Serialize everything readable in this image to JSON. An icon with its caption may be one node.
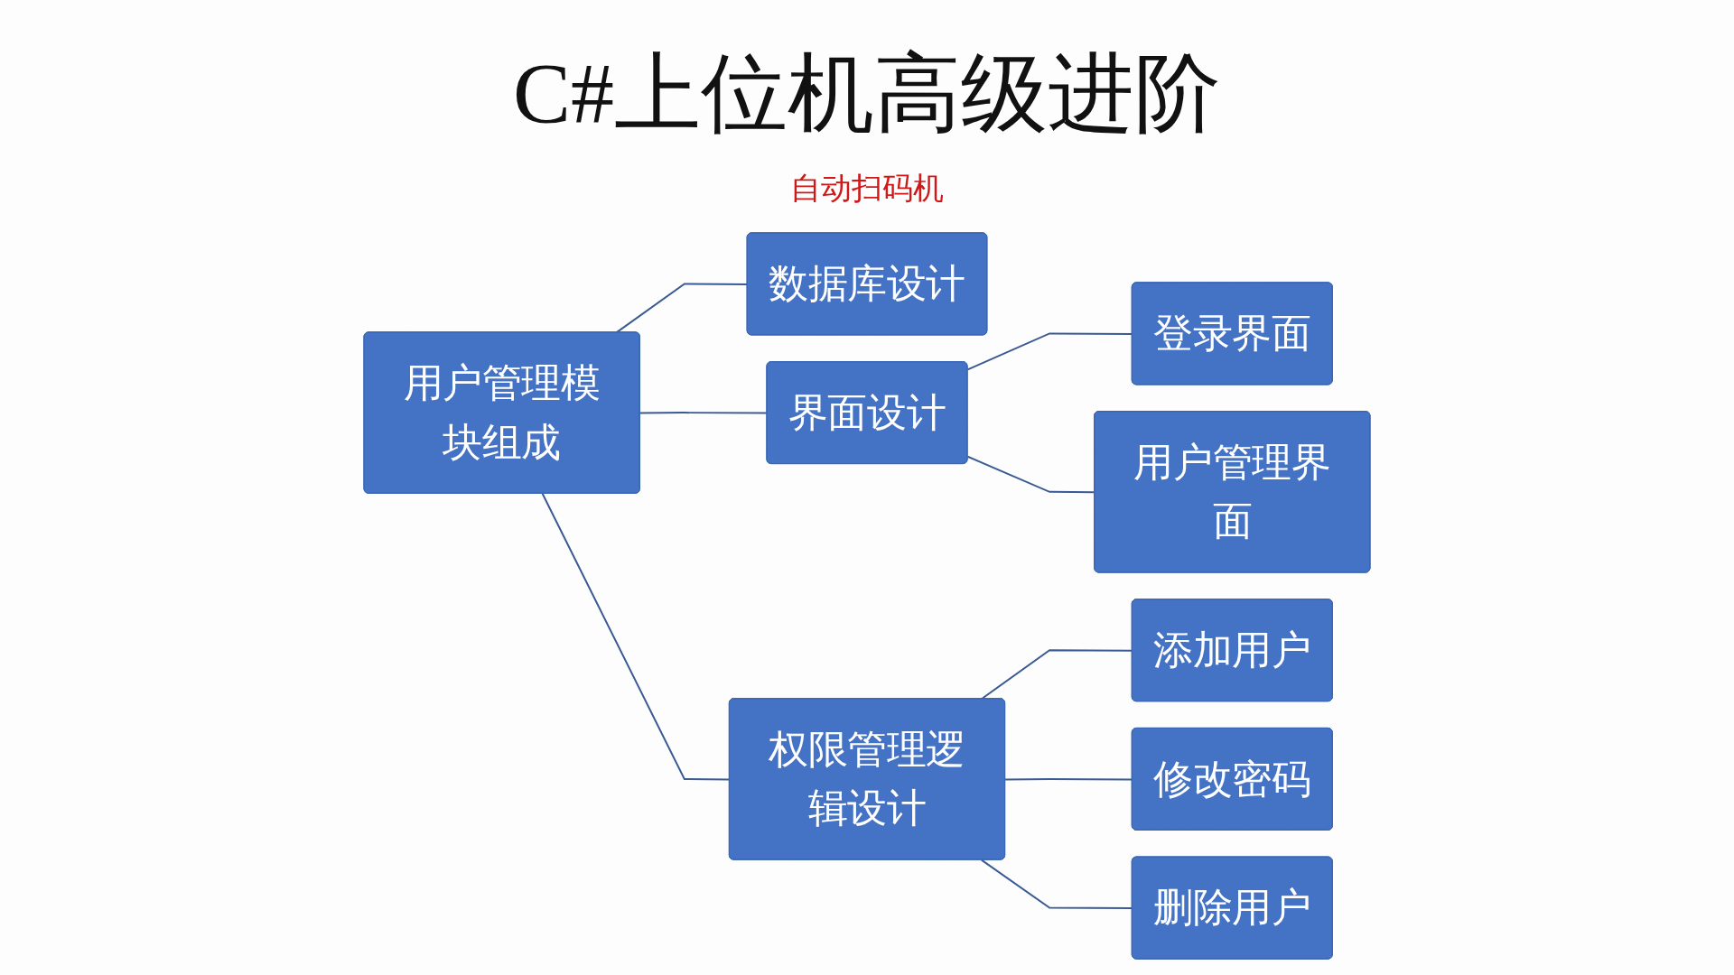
{
  "diagram": {
    "title": "C#上位机高级进阶",
    "nodes": [
      {
        "text": [
          "用户管理模块组成"
        ]
      },
      {
        "text": [
          "数据库设计"
        ]
      },
      {
        "text": [
          "界面设计"
        ]
      },
      {
        "text": [
          "权限管理逻辑设计"
        ]
      },
      {
        "text": [
          "登录界面"
        ]
      },
      {
        "text": [
          "用户管理界面"
        ]
      },
      {
        "text": [
          "添加用户"
        ]
      },
      {
        "text": [
          "修改密码"
        ]
      },
      {
        "text": [
          "删除用户"
        ]
      }
    ],
    "edges": [
      {
        "from": 0,
        "to": 1,
        "arrow": "none"
      },
      {
        "from": 0,
        "to": 2,
        "arrow": "none"
      },
      {
        "from": 0,
        "to": 3,
        "arrow": "none"
      },
      {
        "from": 2,
        "to": 4,
        "arrow": "none"
      },
      {
        "from": 2,
        "to": 5,
        "arrow": "none"
      },
      {
        "from": 3,
        "to": 6,
        "arrow": "none"
      },
      {
        "from": 3,
        "to": 7,
        "arrow": "none"
      },
      {
        "from": 3,
        "to": 8,
        "arrow": "none"
      }
    ],
    "labels": [
      "自动扫码机"
    ]
  }
}
